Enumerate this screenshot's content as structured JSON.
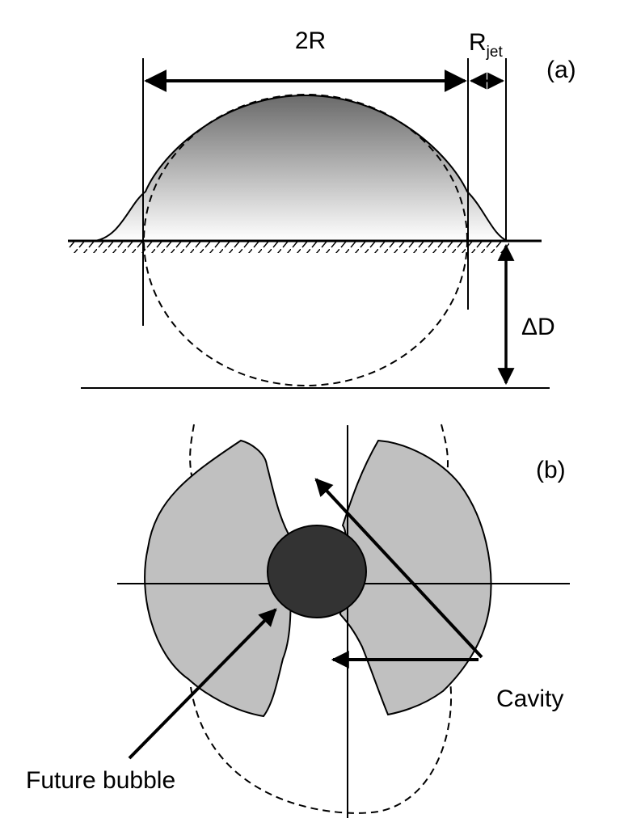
{
  "panel_a": {
    "tag": "(a)",
    "width_label": "2R",
    "jet_label_main": "R",
    "jet_label_sub": "jet",
    "depth_label": "ΔD"
  },
  "panel_b": {
    "tag": "(b)",
    "cavity_label": "Cavity",
    "bubble_label": "Future bubble"
  },
  "colors": {
    "lobe_fill": "#c0c0c0",
    "bubble_fill": "#333333",
    "gradient_top": "#6a6a6a",
    "gradient_bottom": "#ffffff",
    "stroke": "#000000"
  }
}
